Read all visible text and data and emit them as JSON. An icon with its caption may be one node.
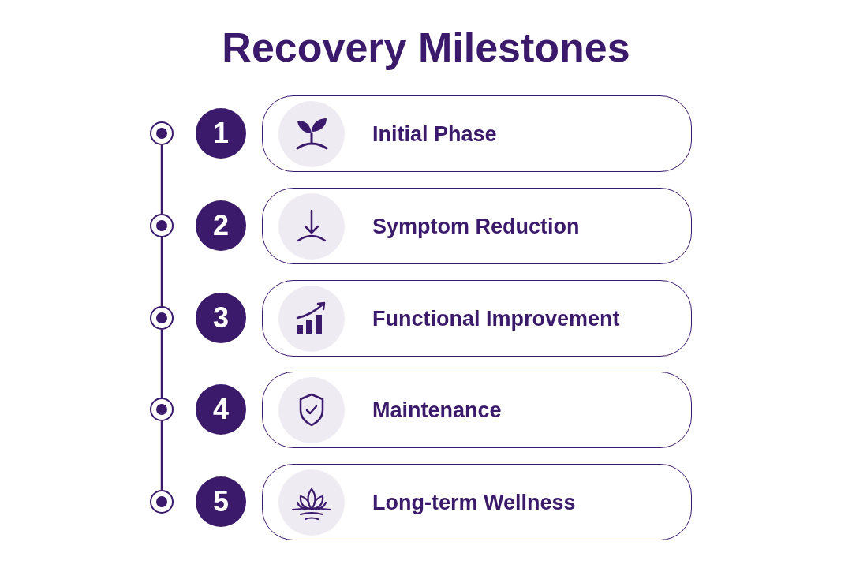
{
  "diagram": {
    "title": "Recovery Milestones",
    "nodes": [
      {
        "text": [],
        "shape": "circle"
      },
      {
        "text": [
          "1"
        ]
      },
      {
        "text": [
          "Initial Phase"
        ]
      },
      {
        "text": [],
        "shape": "circle"
      },
      {
        "text": [
          "2"
        ]
      },
      {
        "text": [
          "Symptom Reduction"
        ]
      },
      {
        "text": [],
        "shape": "circle"
      },
      {
        "text": [
          "3"
        ]
      },
      {
        "text": [
          "Functional Improvement"
        ]
      },
      {
        "text": [],
        "shape": "circle"
      },
      {
        "text": [
          "4"
        ]
      },
      {
        "text": [
          "Maintenance"
        ]
      },
      {
        "text": [],
        "shape": "circle"
      },
      {
        "text": [
          "5"
        ]
      },
      {
        "text": [
          "Long-term Wellness"
        ]
      }
    ],
    "edges": [
      {
        "from": 0,
        "to": 3,
        "arrow": "none"
      },
      {
        "from": 3,
        "to": 6,
        "arrow": "none"
      },
      {
        "from": 6,
        "to": 9,
        "arrow": "none"
      },
      {
        "from": 9,
        "to": 12,
        "arrow": "none"
      }
    ]
  }
}
